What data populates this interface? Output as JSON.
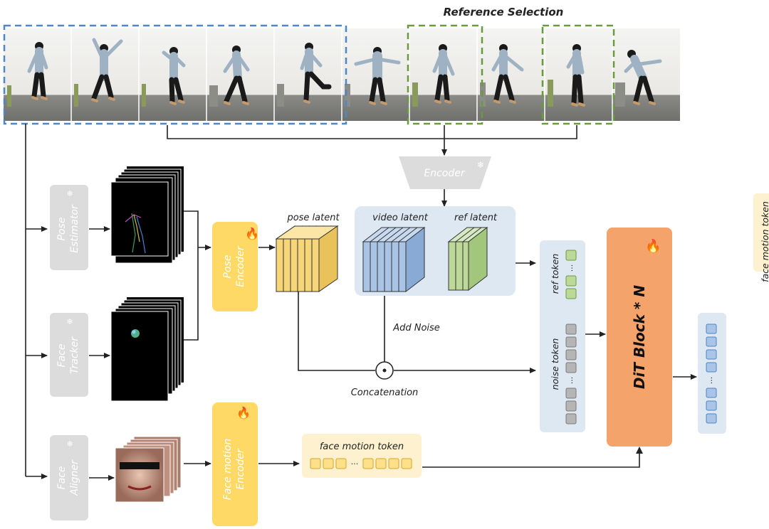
{
  "title": "Reference Selection",
  "modules": {
    "pose_estimator": {
      "label": [
        "Pose",
        "Estimator"
      ],
      "state_icon": "snowflake-icon"
    },
    "face_tracker": {
      "label": [
        "Face",
        "Tracker"
      ],
      "state_icon": "snowflake-icon"
    },
    "face_aligner": {
      "label": [
        "Face",
        "Aligner"
      ],
      "state_icon": "snowflake-icon"
    },
    "encoder": {
      "label": "Encoder",
      "state_icon": "snowflake-icon"
    },
    "pose_encoder": {
      "label": [
        "Pose",
        "Encoder"
      ],
      "state_icon": "fire-icon"
    },
    "face_motion_encoder": {
      "label": [
        "Face motion",
        "Encoder"
      ],
      "state_icon": "fire-icon"
    },
    "dit_block": {
      "label": "DiT Block * N",
      "state_icon": "fire-icon"
    }
  },
  "latents": {
    "pose": "pose latent",
    "video": "video latent",
    "ref": "ref latent"
  },
  "tokens": {
    "ref": "ref token",
    "noise": "noise token",
    "face_motion": "face motion token",
    "ellipsis": "···"
  },
  "ops": {
    "add_noise": "Add Noise",
    "concatenation": "Concatenation"
  },
  "legend_partial": "face motion token",
  "colors": {
    "frozen_gray": "#dcdcdc",
    "trainable_yellow": "#ffd966",
    "dit_orange": "#f4a36b",
    "latent_panel_blue": "#dde8f3",
    "pose_latent": "#f7d67a",
    "video_latent": "#a9c4e6",
    "ref_latent": "#bcd99a",
    "token_panel_yellow": "#fdf1cf",
    "blue_dash": "#4f86c6",
    "green_dash": "#6a9a3c"
  }
}
